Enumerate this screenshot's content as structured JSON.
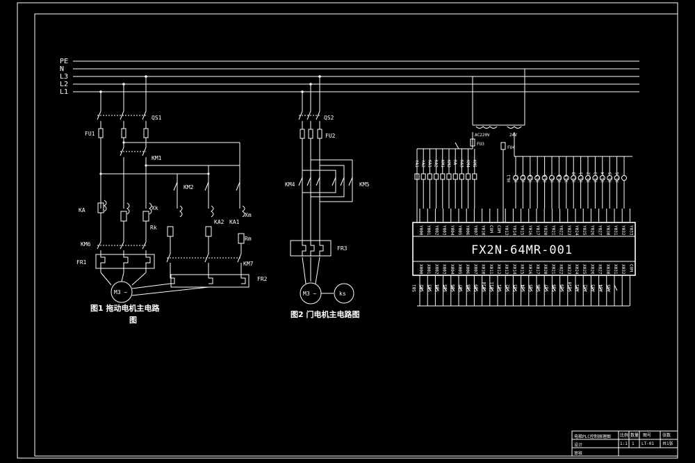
{
  "rails": [
    "PE",
    "N",
    "L3",
    "L2",
    "L1"
  ],
  "fig1": {
    "title_line1": "图1  拖动电机主电路",
    "title_line2": "图",
    "labels": {
      "qs1": "QS1",
      "fu1": "FU1",
      "km1": "KM1",
      "km2": "KM2",
      "ka": "KA",
      "xk": "Xk",
      "rk": "Rk",
      "ka2": "KA2",
      "ka1": "KA1",
      "xm": "Xm",
      "rm": "Rm",
      "km6": "KM6",
      "fr1": "FR1",
      "km7": "KM7",
      "fr2": "FR2",
      "motor": "M3 ~"
    }
  },
  "fig2": {
    "title": "图2  门电机主电路图",
    "labels": {
      "qs2": "QS2",
      "fu2": "FU2",
      "km4": "KM4",
      "km5": "KM5",
      "fr3": "FR3",
      "motor": "M3 ~",
      "ks": "ks"
    }
  },
  "plc": {
    "model": "FX2N-64MR-001",
    "fuses": {
      "fu3": "FU3",
      "fu4": "FU4"
    },
    "supply": {
      "ac": "AC220V",
      "dc": "24V"
    },
    "top_terminals": [
      "Y000",
      "Y001",
      "Y002",
      "Y003",
      "Y004",
      "Y005",
      "Y006",
      "Y007",
      "Y010",
      "COM",
      "COM",
      "Y013",
      "Y014",
      "Y015",
      "Y016",
      "Y017",
      "Y020",
      "Y021",
      "Y022",
      "Y023",
      "Y024",
      "Y025",
      "Y026",
      "Y027",
      "Y030",
      "Y031",
      "Y032",
      "Y033"
    ],
    "bottom_terminals": [
      "X000",
      "X001",
      "X002",
      "X003",
      "X004",
      "X005",
      "X006",
      "X007",
      "X010",
      "X011",
      "X012",
      "X013",
      "X014",
      "X015",
      "X016",
      "X017",
      "X020",
      "X021",
      "X022",
      "X023",
      "X024",
      "X025",
      "X026",
      "X027",
      "X030",
      "X031",
      "X032",
      "COM"
    ],
    "output_devices": [
      "YA1",
      "YA2",
      "KA1",
      "KA2",
      "KM1",
      "KM2",
      "KA",
      "KA3",
      "KM4",
      "KM5"
    ],
    "lamps": [
      "HL1",
      "HL2",
      "HL3",
      "HL4",
      "HL5",
      "HL6",
      "HL7",
      "HL8",
      "HL9",
      "HL10",
      "HL11",
      "HL12",
      "HL13",
      "HL14",
      "HL15",
      "HL16"
    ],
    "inputs": [
      "SB1",
      "SB2",
      "SB3",
      "SB4",
      "SB5",
      "SB6",
      "SB7",
      "SB8",
      "SB9",
      "SB10",
      "SB11",
      "SQ1",
      "SQ2",
      "SQ3",
      "SQ4",
      "SQ5",
      "SQ6",
      "SQ7",
      "SQ8",
      "SQ9",
      "SQ10",
      "AS1",
      "AS2",
      "AS3",
      "AS4",
      "AS5"
    ]
  },
  "title_block": {
    "name": "电梯PLC控制原理图",
    "row2": "设计",
    "row3": "审核",
    "h1": "比例",
    "h2": "数量",
    "h3": "图号",
    "h4": "张数",
    "v1": "1:1",
    "v2": "1",
    "v3": "LT-01",
    "v4": "共1张"
  }
}
